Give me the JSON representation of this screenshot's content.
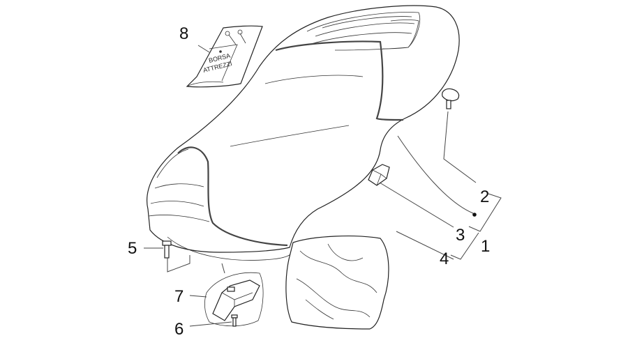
{
  "callouts": {
    "c1": "1",
    "c2": "2",
    "c3": "3",
    "c4": "4",
    "c5": "5",
    "c6": "6",
    "c7": "7",
    "c8": "8"
  },
  "tool_bag": {
    "line1": "BORSA",
    "line2": "ATTREZZI"
  }
}
